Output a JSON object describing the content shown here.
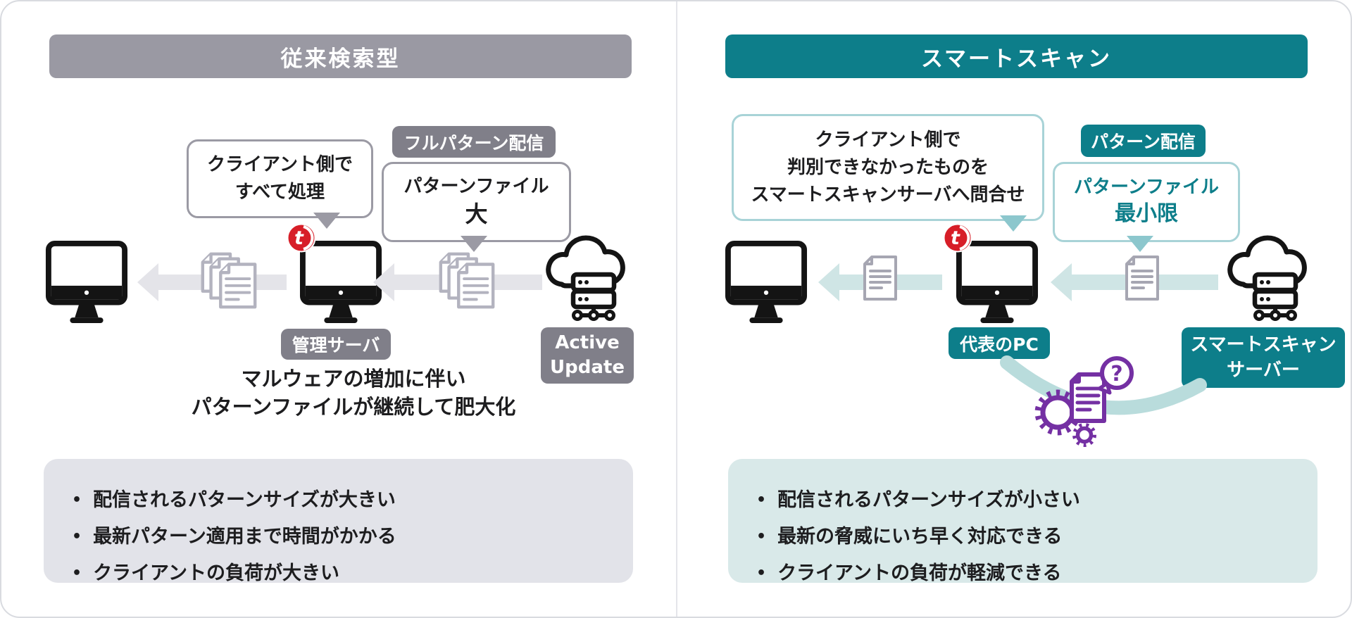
{
  "left_panel": {
    "title": "従来検索型",
    "callout_client": {
      "line1": "クライアント側で",
      "line2": "すべて処理"
    },
    "delivery_badge": "フルパターン配信",
    "pattern_file_box": {
      "line1": "パターンファイル",
      "line2": "大"
    },
    "management_server_badge": "管理サーバ",
    "active_update_badge": {
      "line1": "Active",
      "line2": "Update"
    },
    "caption": {
      "line1": "マルウェアの増加に伴い",
      "line2": "パターンファイルが継続して肥大化"
    },
    "bullets": [
      "配信されるパターンサイズが大きい",
      "最新パターン適用まで時間がかかる",
      "クライアントの負荷が大きい"
    ]
  },
  "right_panel": {
    "title": "スマートスキャン",
    "callout_client": {
      "line1": "クライアント側で",
      "line2": "判別できなかったものを",
      "line3": "スマートスキャンサーバへ問合せ"
    },
    "delivery_badge": "パターン配信",
    "pattern_file_box": {
      "line1": "パターンファイル",
      "line2": "最小限"
    },
    "representative_pc_badge": "代表のPC",
    "smart_scan_server_badge": {
      "line1": "スマートスキャン",
      "line2": "サーバー"
    },
    "query_icon": {
      "question_mark": "?"
    },
    "bullets": [
      "配信されるパターンサイズが小さい",
      "最新の脅威にいち早く対応できる",
      "クライアントの負荷が軽減できる"
    ]
  },
  "branding": {
    "trend_micro_logo_letter": "t"
  },
  "colors": {
    "gray_header": "#9a99a3",
    "gray_badge": "#807f89",
    "teal": "#0d7e8a",
    "teal_light_border": "#a8d3d7",
    "teal_pointer": "#8cc7cd",
    "arrow_gray": "#e4e4e9",
    "arrow_teal": "#cfe5e5",
    "arc_teal": "#b9dcdc",
    "purple": "#7430a3",
    "logo_red": "#d71e28",
    "bullet_box_gray": "#e2e3e9",
    "bullet_box_teal": "#d9e9e9"
  }
}
